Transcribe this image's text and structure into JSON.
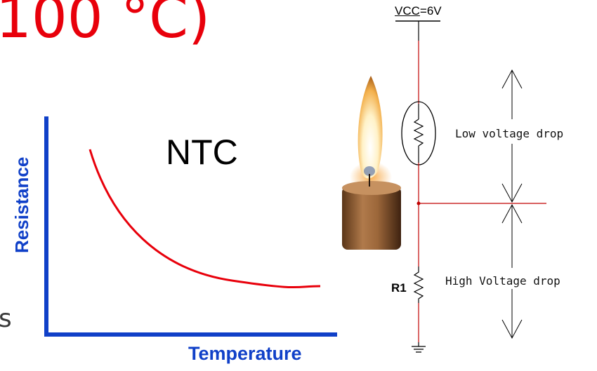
{
  "header": {
    "title_fragment": "100 °C)"
  },
  "cut_off_text": "s",
  "graph": {
    "curve_label": "NTC",
    "y_axis_label": "Resistance",
    "x_axis_label": "Temperature",
    "curve_color": "#e8000b",
    "axis_color": "#1040c8"
  },
  "circuit": {
    "supply_label_prefix": "VCC",
    "supply_label_value": "=6V",
    "resistor_label": "R1",
    "low_drop_label": "Low voltage drop",
    "high_drop_label": "High Voltage drop",
    "wire_color": "#c00000"
  },
  "icons": [
    "candle-flame-icon",
    "thermistor-symbol",
    "resistor-symbol",
    "ground-symbol"
  ]
}
